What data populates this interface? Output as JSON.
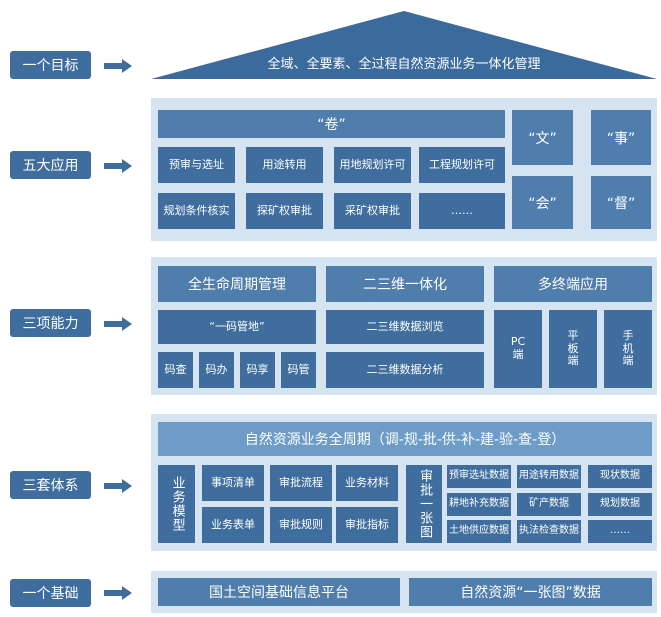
{
  "colors": {
    "dark": "#3f6e9e",
    "medium": "#4f7eac",
    "light": "#6d9cc6",
    "panel": "#d6e4f1",
    "roof": "#3b6a9c"
  },
  "tiers": {
    "goal": {
      "label": "一个目标",
      "text": "全域、全要素、全过程自然资源业务一体化管理"
    },
    "apps": {
      "label": "五大应用",
      "scroll_title": "“卷”",
      "items": [
        "预审与选址",
        "用途转用",
        "用地规划许可",
        "工程规划许可",
        "规划条件核实",
        "探矿权审批",
        "采矿权审批",
        "……"
      ],
      "side": [
        "“文”",
        "“事”",
        "“会”",
        "“督”"
      ]
    },
    "abilities": {
      "label": "三项能力",
      "heads": [
        "全生命周期管理",
        "二三维一体化",
        "多终端应用"
      ],
      "code_mgmt": "“一码管地”",
      "code_items": [
        "码查",
        "码办",
        "码享",
        "码管"
      ],
      "dim_items": [
        "二三维数据浏览",
        "二三维数据分析"
      ],
      "terminals": [
        "PC\n端",
        "平\n板\n端",
        "手\n机\n端"
      ]
    },
    "systems": {
      "label": "三套体系",
      "title": "自然资源业务全周期（调-规-批-供-补-建-验-查-登）",
      "model": "业务模型",
      "model_items": [
        "事项清单",
        "审批流程",
        "业务材料",
        "业务表单",
        "审批规则",
        "审批指标"
      ],
      "map": "审批一张图",
      "map_items": [
        "预审选址数据",
        "用途转用数据",
        "现状数据",
        "耕地补充数据",
        "矿产数据",
        "规划数据",
        "土地供应数据",
        "执法检查数据",
        "……"
      ]
    },
    "base": {
      "label": "一个基础",
      "items": [
        "国土空间基础信息平台",
        "自然资源“一张图”数据"
      ]
    }
  }
}
